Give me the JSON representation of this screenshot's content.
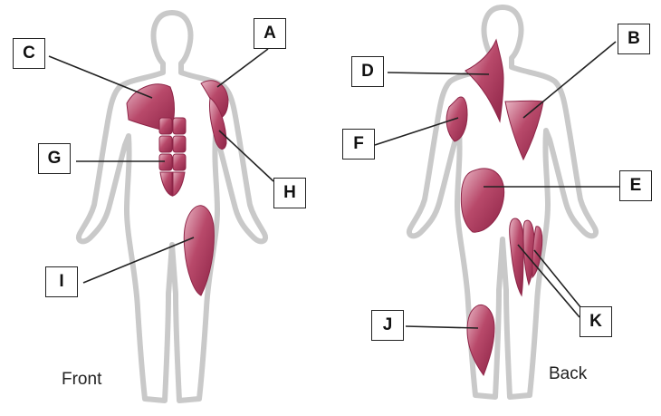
{
  "views": {
    "front": "Front",
    "back": "Back"
  },
  "labels": {
    "A": "A",
    "B": "B",
    "C": "C",
    "D": "D",
    "E": "E",
    "F": "F",
    "G": "G",
    "H": "H",
    "I": "I",
    "J": "J",
    "K": "K"
  },
  "colors": {
    "muscle": "#b8496a",
    "muscle_light": "#e7b3c2",
    "muscle_dark": "#8e2447",
    "outline": "#c9c9c9",
    "leader": "#222222"
  }
}
